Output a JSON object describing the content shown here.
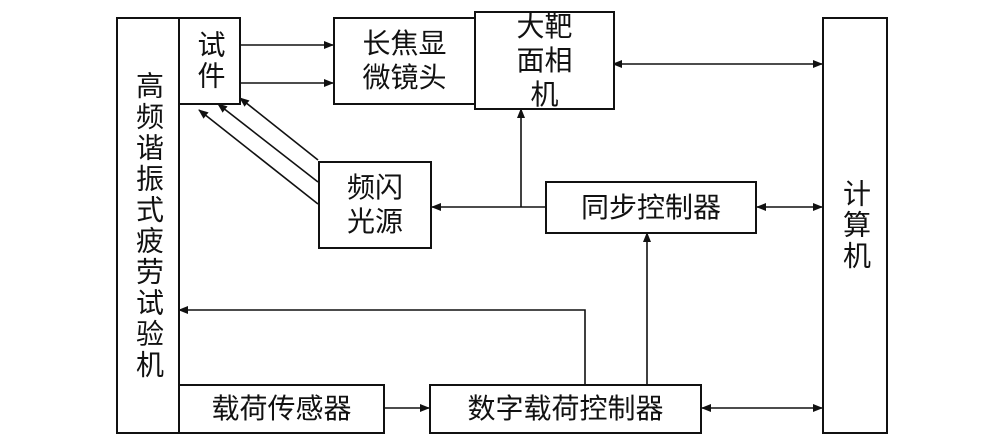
{
  "diagram": {
    "machine": "高频谐振式疲劳试验机",
    "specimen": "试件",
    "microscope": "长焦显微镜头",
    "camera": "大靶面相机",
    "computer": "计算机",
    "strobe": "频闪光源",
    "sync": "同步控制器",
    "sensor": "载荷传感器",
    "load_ctrl": "数字载荷控制器"
  },
  "colors": {
    "stroke": "#111111",
    "background": "#ffffff"
  }
}
